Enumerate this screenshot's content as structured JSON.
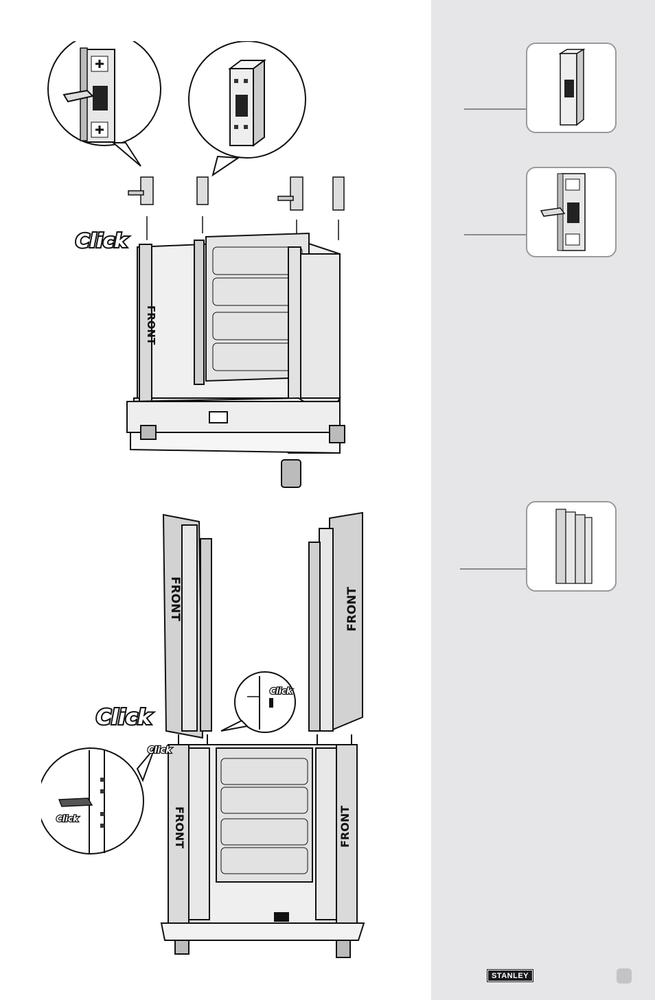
{
  "labels": {
    "click": "Click",
    "front": "FRONT"
  },
  "logo": {
    "text": "STANLEY"
  },
  "colors": {
    "sidebar_bg": "#e6e6e8",
    "card_border": "#9a9a9a",
    "line": "#111111"
  }
}
